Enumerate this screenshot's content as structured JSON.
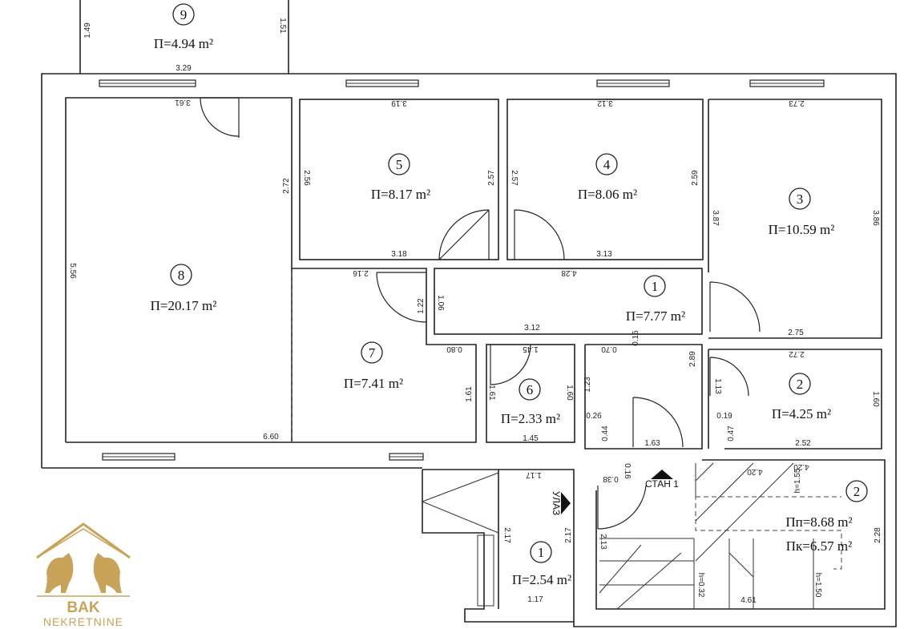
{
  "rooms": [
    {
      "id": "9",
      "area": "П=4.94 m²"
    },
    {
      "id": "8",
      "area": "П=20.17 m²"
    },
    {
      "id": "5",
      "area": "П=8.17 m²"
    },
    {
      "id": "4",
      "area": "П=8.06 m²"
    },
    {
      "id": "3",
      "area": "П=10.59 m²"
    },
    {
      "id": "1",
      "area": "П=7.77 m²"
    },
    {
      "id": "7",
      "area": "П=7.41 m²"
    },
    {
      "id": "6",
      "area": "П=2.33 m²"
    },
    {
      "id": "2",
      "area": "П=4.25 m²"
    },
    {
      "id": "1",
      "area": "П=2.54 m²"
    },
    {
      "id": "2",
      "area_floor": "Пп=8.68 m²",
      "area_useful": "Пк=6.57 m²"
    }
  ],
  "labels": {
    "apartment": "СТАН 1",
    "entrance": "УЛАЗ"
  },
  "dimensions": [
    "1.49",
    "1.51",
    "3.29",
    "3.61",
    "3.19",
    "3.12",
    "2.73",
    "2.56",
    "2.57",
    "2.57",
    "2.59",
    "2.72",
    "3.87",
    "3.86",
    "5.56",
    "3.18",
    "3.13",
    "2.16",
    "4.28",
    "1.22",
    "1.06",
    "3.12",
    "0.16",
    "2.75",
    "0.80",
    "1.45",
    "0.70",
    "2.89",
    "2.72",
    "1.61",
    "1.61",
    "1.60",
    "1.23",
    "1.13",
    "1.60",
    "0.26",
    "0.19",
    "0.44",
    "0.47",
    "1.45",
    "1.63",
    "2.52",
    "6.60",
    "1.17",
    "0.16",
    "0.38",
    "h=1.55",
    "4.20",
    "4.20",
    "2.17",
    "2.17",
    "2.13",
    "2.28",
    "h=0.32",
    "4.61",
    "h=1.50",
    "1.17"
  ],
  "logo": {
    "brand": "BAK",
    "sub": "NEKRETNINE"
  },
  "colors": {
    "wall": "#222222",
    "logo": "#c9a35a"
  }
}
